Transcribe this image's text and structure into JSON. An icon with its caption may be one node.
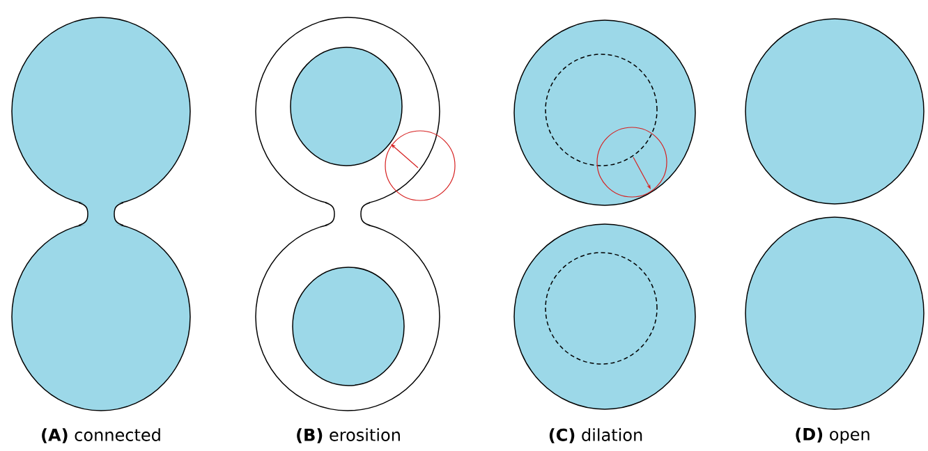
{
  "diagram": {
    "labels": [
      "**(A)** connected",
      "**(B)** erosition",
      "**(C)** dilation",
      "**(D)** open"
    ]
  }
}
